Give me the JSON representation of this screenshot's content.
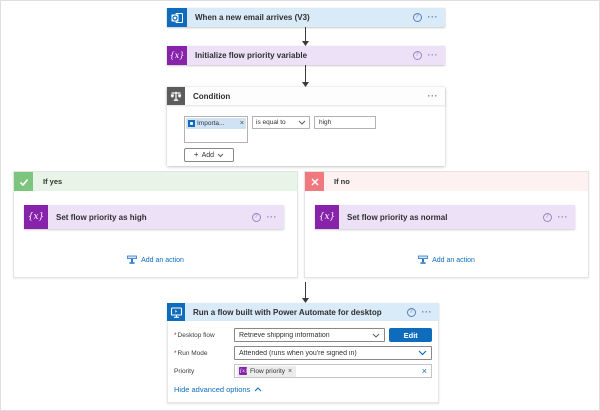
{
  "icons": {
    "help": "?",
    "ellipsis": "···",
    "close": "×",
    "add_plus": "+",
    "fx_glyph": "{x}"
  },
  "colors": {
    "accent_blue": "#0f6cbd",
    "trigger_header_bg": "#d9eaf8",
    "variable_card_bg": "#ece1f7",
    "variable_icon_bg": "#8723aa",
    "condition_icon_bg": "#5c5c5c",
    "if_yes_icon_bg": "#7dc47e",
    "if_yes_header_bg": "#e8f4e8",
    "if_no_icon_bg": "#f0797f",
    "if_no_header_bg": "#fdf1f2",
    "edit_button_bg": "#0f6cbd",
    "required_red": "#a4262c"
  },
  "trigger_card": {
    "title": "When a new email arrives (V3)"
  },
  "variable_card": {
    "title": "Initialize flow priority variable"
  },
  "condition_card": {
    "title": "Condition",
    "operand_chip_label": "Importa...",
    "operator_value": "is equal to",
    "right_value": "high",
    "add_button_label": "Add"
  },
  "branches": {
    "yes": {
      "label": "If yes",
      "action_title": "Set flow priority as high",
      "add_action_label": "Add an action"
    },
    "no": {
      "label": "If no",
      "action_title": "Set flow priority as normal",
      "add_action_label": "Add an action"
    }
  },
  "desktop_card": {
    "title": "Run a flow built with Power Automate for desktop",
    "desktop_flow": {
      "required_mark": "*",
      "label": "Desktop flow",
      "value": "Retrieve shipping information",
      "edit_label": "Edit"
    },
    "run_mode": {
      "required_mark": "*",
      "label": "Run Mode",
      "value": "Attended (runs when you're signed in)"
    },
    "priority": {
      "label": "Priority",
      "token_label": "Flow priority"
    },
    "advanced_link_label": "Hide advanced options"
  }
}
